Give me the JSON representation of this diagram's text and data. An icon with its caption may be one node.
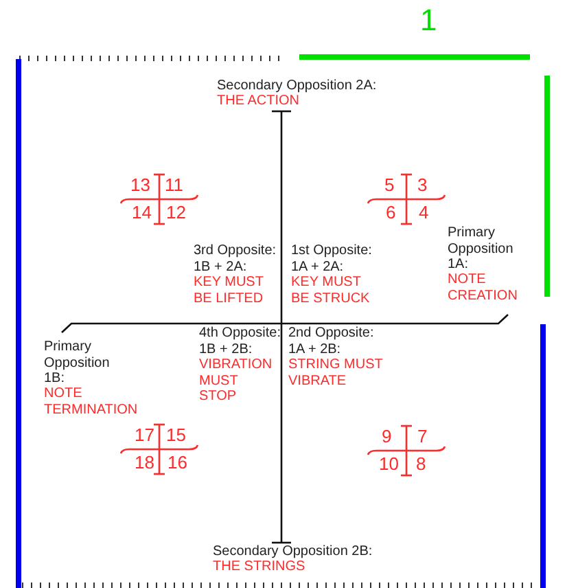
{
  "diagram": {
    "labels": [
      "1",
      "Secondary Opposition 2A:",
      "THE ACTION",
      "13",
      "11",
      "14",
      "12",
      "5",
      "3",
      "6",
      "4",
      "Primary Opposition 1A:",
      "NOTE CREATION",
      "3rd Opposite: 1B + 2A:",
      "KEY MUST BE LIFTED",
      "1st Opposite: 1A + 2A:",
      "KEY MUST BE STRUCK",
      "4th Opposite: 1B + 2B:",
      "VIBRATION MUST STOP",
      "2nd Opposite: 1A + 2B:",
      "STRING MUST VIBRATE",
      "Primary Opposition 1B:",
      "NOTE TERMINATION",
      "17",
      "15",
      "18",
      "16",
      "9",
      "7",
      "10",
      "8",
      "Secondary Opposition 2B:",
      "THE STRINGS"
    ]
  }
}
